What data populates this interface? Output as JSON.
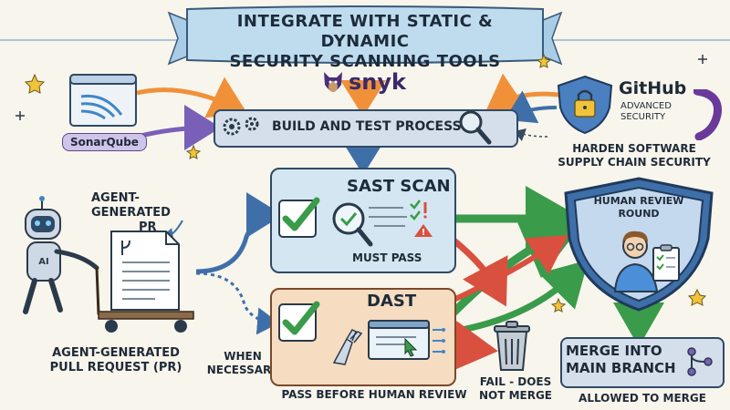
{
  "banner": {
    "line1": "INTEGRATE WITH STATIC & DYNAMIC",
    "line2": "SECURITY SCANNING TOOLS"
  },
  "tools": {
    "sonarqube": "SonarQube",
    "snyk": "snyk",
    "github_name": "GitHub",
    "github_sub1": "ADVANCED",
    "github_sub2": "SECURITY"
  },
  "build": {
    "label": "BUILD AND TEST PROCESS"
  },
  "harden": {
    "line1": "HARDEN SOFTWARE",
    "line2": "SUPPLY CHAIN SECURITY"
  },
  "agent": {
    "top_line1": "AGENT-GENERATED",
    "top_line2": "PR",
    "robot_label": "AI",
    "bottom_line1": "AGENT-GENERATED",
    "bottom_line2": "PULL REQUEST (PR)"
  },
  "sast": {
    "title": "SAST SCAN",
    "sub": "MUST PASS"
  },
  "dast": {
    "title": "DAST",
    "sub": "PASS BEFORE HUMAN REVIEW"
  },
  "when": {
    "line1": "WHEN",
    "line2": "NECESSARY"
  },
  "fail": {
    "line1": "FAIL - DOES",
    "line2": "NOT MERGE"
  },
  "review": {
    "line1": "HUMAN REVIEW",
    "line2": "ROUND"
  },
  "merge": {
    "line1": "MERGE INTO",
    "line2": "MAIN BRANCH",
    "sub": "ALLOWED TO MERGE"
  },
  "colors": {
    "orange": "#f0913a",
    "purple": "#7a5fb8",
    "blue": "#3f6fa8",
    "green": "#3a9b4a",
    "red": "#d9503f"
  }
}
